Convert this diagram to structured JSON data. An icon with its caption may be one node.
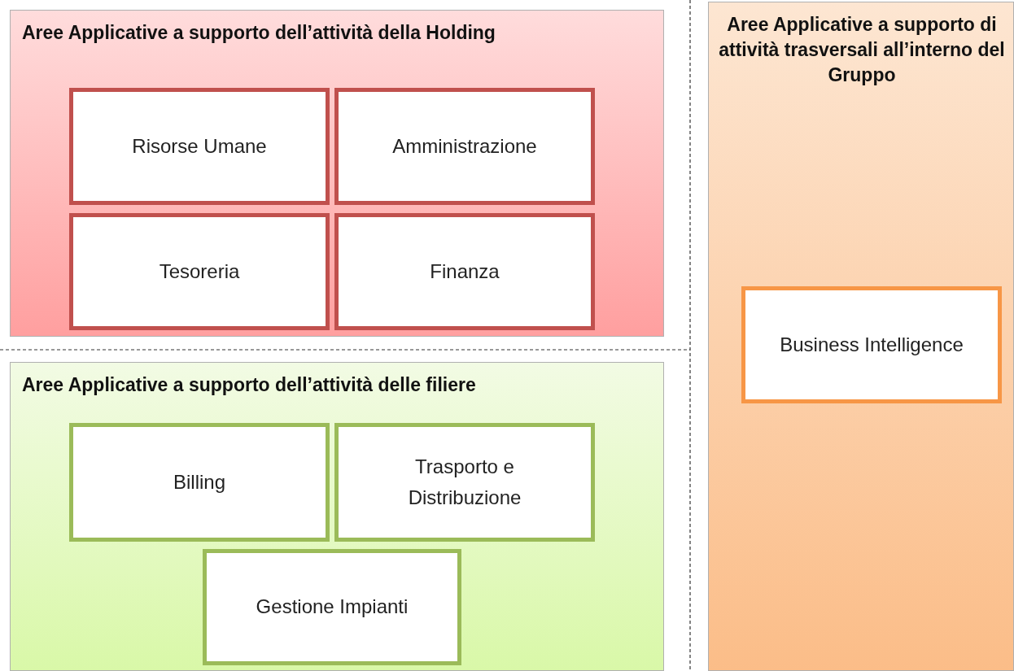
{
  "diagram": {
    "nodes": [
      {
        "text": [
          "Aree Applicative a supporto dell’attività della Holding"
        ]
      },
      {
        "text": [
          "Risorse Umane"
        ],
        "in": 0
      },
      {
        "text": [
          "Amministrazione"
        ],
        "in": 0
      },
      {
        "text": [
          "Tesoreria"
        ],
        "in": 0
      },
      {
        "text": [
          "Finanza"
        ],
        "in": 0
      },
      {
        "text": [
          "Aree Applicative a supporto dell’attività delle filiere"
        ]
      },
      {
        "text": [
          "Billing"
        ],
        "in": 5
      },
      {
        "text": [
          "Trasporto e Distribuzione"
        ],
        "in": 5
      },
      {
        "text": [
          "Gestione Impianti"
        ],
        "in": 5
      },
      {
        "text": [
          "Aree Applicative a supporto di attività trasversali all’interno del Gruppo"
        ]
      },
      {
        "text": [
          "Business Intelligence"
        ],
        "in": 9
      }
    ]
  }
}
